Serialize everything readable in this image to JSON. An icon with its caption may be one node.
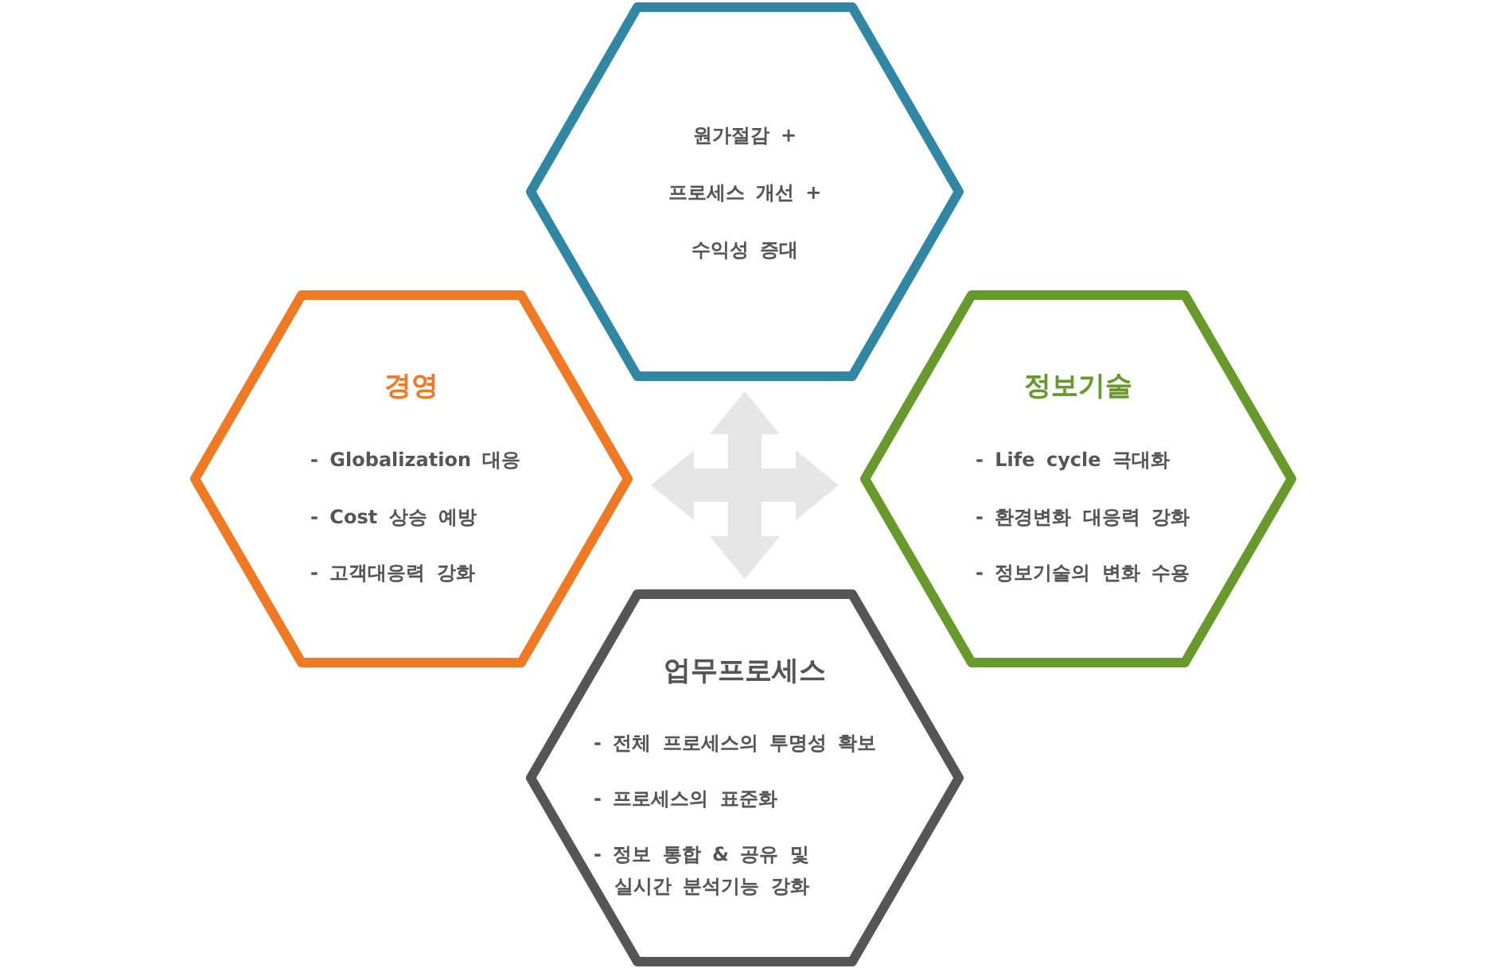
{
  "diagram": {
    "nodes": [
      {
        "text": [
          "원가절감 +",
          "프로세스 개선 +",
          "수익성 증대"
        ]
      },
      {
        "text": [
          "경영",
          "- Globalization 대응",
          "- Cost 상승 예방",
          "- 고객대응력 강화"
        ]
      },
      {
        "text": [
          "정보기술",
          "- Life cycle 극대화",
          "- 환경변화 대응력 강화",
          "- 정보기술의 변화 수용"
        ]
      },
      {
        "text": [
          "업무프로세스",
          "- 전체 프로세스의 투명성 확보",
          "- 프로세스의 표준화",
          "- 정보 통합 & 공유 및 실시간 분석기능 강화"
        ]
      }
    ]
  }
}
